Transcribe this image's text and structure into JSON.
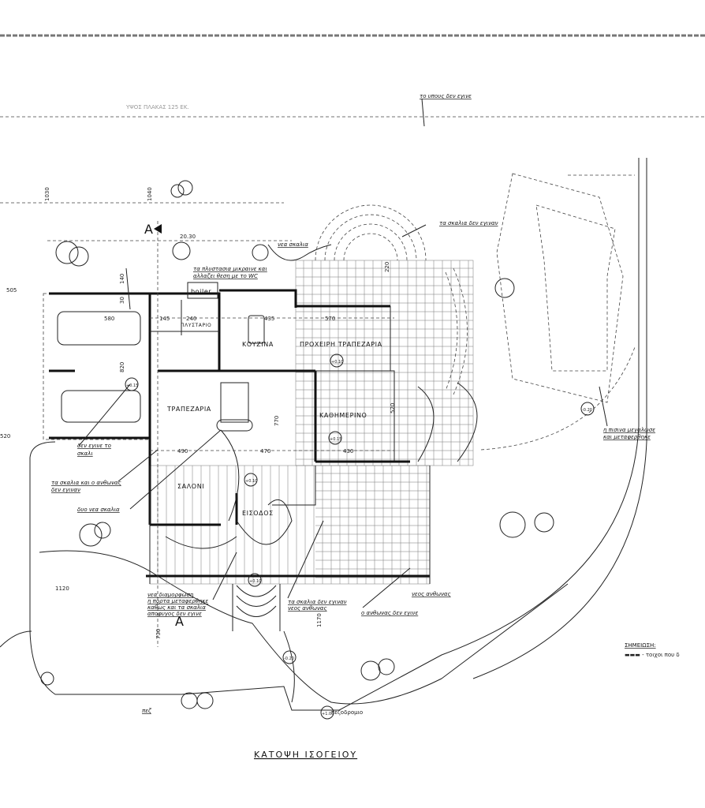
{
  "drawing": {
    "title": "ΚΑΤΟΨΗ ΙΣΟΓΕΙΟΥ",
    "section_marker": "A",
    "rooms": {
      "dining": "ΤΡΑΠΕΖΑΡΙΑ",
      "living": "ΣΑΛΟΝΙ",
      "kitchen": "ΚΟΥΖΙΝΑ",
      "laundry": "ΠΛΥΣΤΑΡΙΟ",
      "breakfast": "ΠΡΟΧΕΙΡΗ ΤΡΑΠΕΖΑΡΙΑ",
      "family": "ΚΑΘΗΜΕΡΙΝΟ",
      "entrance": "ΕΙΣΟΔΟΣ",
      "boiler": "boiler"
    },
    "notes": {
      "laundry_1": "τα πλυστασια μικραινε και",
      "laundry_2": "αλλαζει θεση με το WC",
      "new_stairs": "νεα σκαλια",
      "stairs_not_built": "τα σκαλια δεν εγιναν",
      "not_built_top": "το υπους δεν εγινε",
      "step_1": "δεν εγινε το",
      "step_2": "σκαλι",
      "planter_1": "τα σκαλια και ο ανθωνας",
      "planter_2": "δεν εγιναν",
      "two_new_stairs": "δυο νεα σκαλια",
      "redesign_1": "νεα διαμορφωση",
      "redesign_2": "η πορτα μεταφερθηκε",
      "redesign_3": "καθως και τα σκαλια",
      "redesign_4": "αποφυγος δεν εγινε",
      "front_1": "τα σκαλια δεν εγιναν",
      "front_2": "νεος ανθωνας",
      "planter_not_built": "ο ανθωνας δεν εγινε",
      "new_planter": "νεος ανθωνας",
      "pool_1": "η πισινα μεγαλωσε",
      "pool_2": "και μεταφερθηκε",
      "remark_title": "ΣΗΜΕΙΩΣΗ:",
      "remark_text": "▬▬▬ - τοιχοι που δ",
      "sidewalk": "πεζοδρομιο",
      "ped": "πεζ",
      "plot": "ΥΨΟΣ ΠΛΑΚΑΣ 125 ΕΚ."
    },
    "dimensions": [
      "20.30",
      "570",
      "435",
      "145",
      "240",
      "490",
      "470",
      "430",
      "580",
      "820",
      "770",
      "520",
      "1170",
      "1120",
      "730",
      "505",
      "520",
      "220",
      "1030",
      "1040",
      "140",
      "30"
    ],
    "levels": [
      "+0.10",
      "+0.10",
      "+0.15",
      "+0.15",
      "+0.10",
      "-0.20",
      "-0.20",
      "+1.00"
    ]
  }
}
